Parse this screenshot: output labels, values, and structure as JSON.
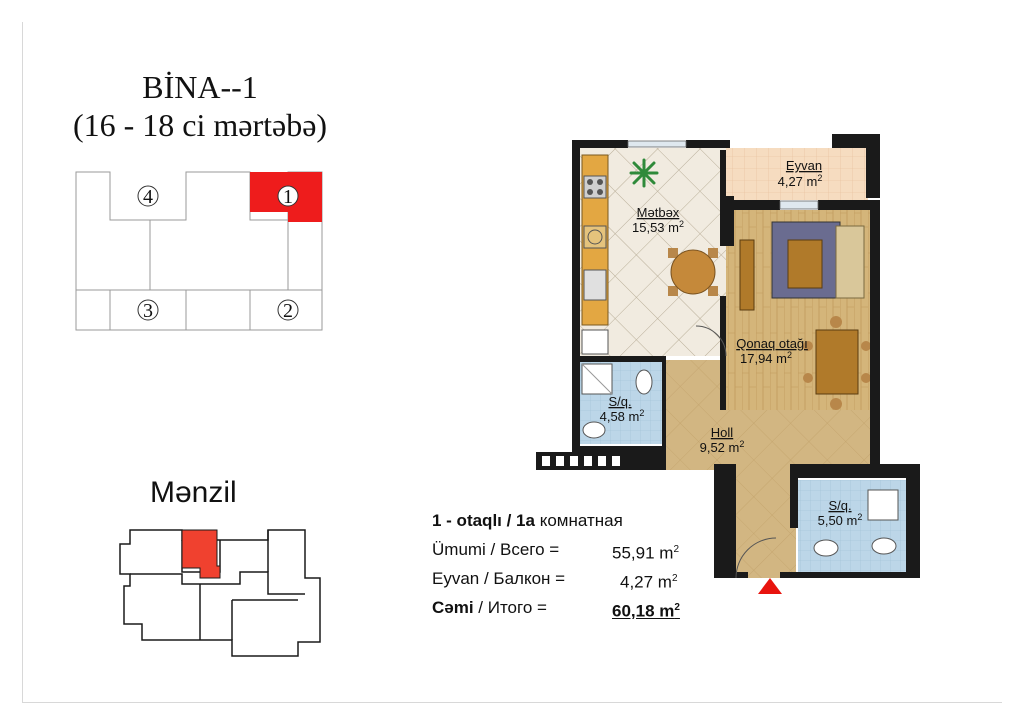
{
  "header": {
    "title_line1": "BİNA--1",
    "title_line2": "(16 - 18 ci mərtəbə)"
  },
  "floor_key": {
    "units": [
      {
        "number": "4",
        "highlighted": false
      },
      {
        "number": "1",
        "highlighted": true
      },
      {
        "number": "3",
        "highlighted": false
      },
      {
        "number": "2",
        "highlighted": false
      }
    ],
    "highlight_color": "#ee1c1c"
  },
  "apartment_key": {
    "label": "Mənzil",
    "highlight_color": "#f0412f"
  },
  "rooms": [
    {
      "name": "Eyvan",
      "area": "4,27 m",
      "sup": "2"
    },
    {
      "name": "Mətbəx",
      "area": "15,53 m",
      "sup": "2"
    },
    {
      "name": "Qonaq otağı",
      "area": "17,94 m",
      "sup": "2"
    },
    {
      "name": "S/q.",
      "area": "4,58 m",
      "sup": "2"
    },
    {
      "name": "Holl",
      "area": "9,52 m",
      "sup": "2"
    },
    {
      "name": "S/q.",
      "area": "5,50 m",
      "sup": "2"
    }
  ],
  "summary": {
    "type_bold": "1 - otaqlı / 1a",
    "type_rest": " комнатная",
    "total_label": "Ümumi / Всего  =",
    "total_value": "55,91 m",
    "balcony_label": "Eyvan / Балкон =",
    "balcony_value": "4,27 m",
    "grand_bold": "Cəmi",
    "grand_rest": " / Итого     =",
    "grand_value": "60,18 m",
    "unit_sup": "2"
  },
  "colors": {
    "wall": "#1a1a1a",
    "parquet": "#d4b57a",
    "kitchen_tile": "#f1ebe0",
    "bath_tile": "#bcd6e8",
    "hall_floor": "#d2b682",
    "balcony": "#f6dcc0",
    "sofa": "#6a6c90",
    "table": "#b07a2a",
    "entrance_arrow": "#e8140e"
  }
}
